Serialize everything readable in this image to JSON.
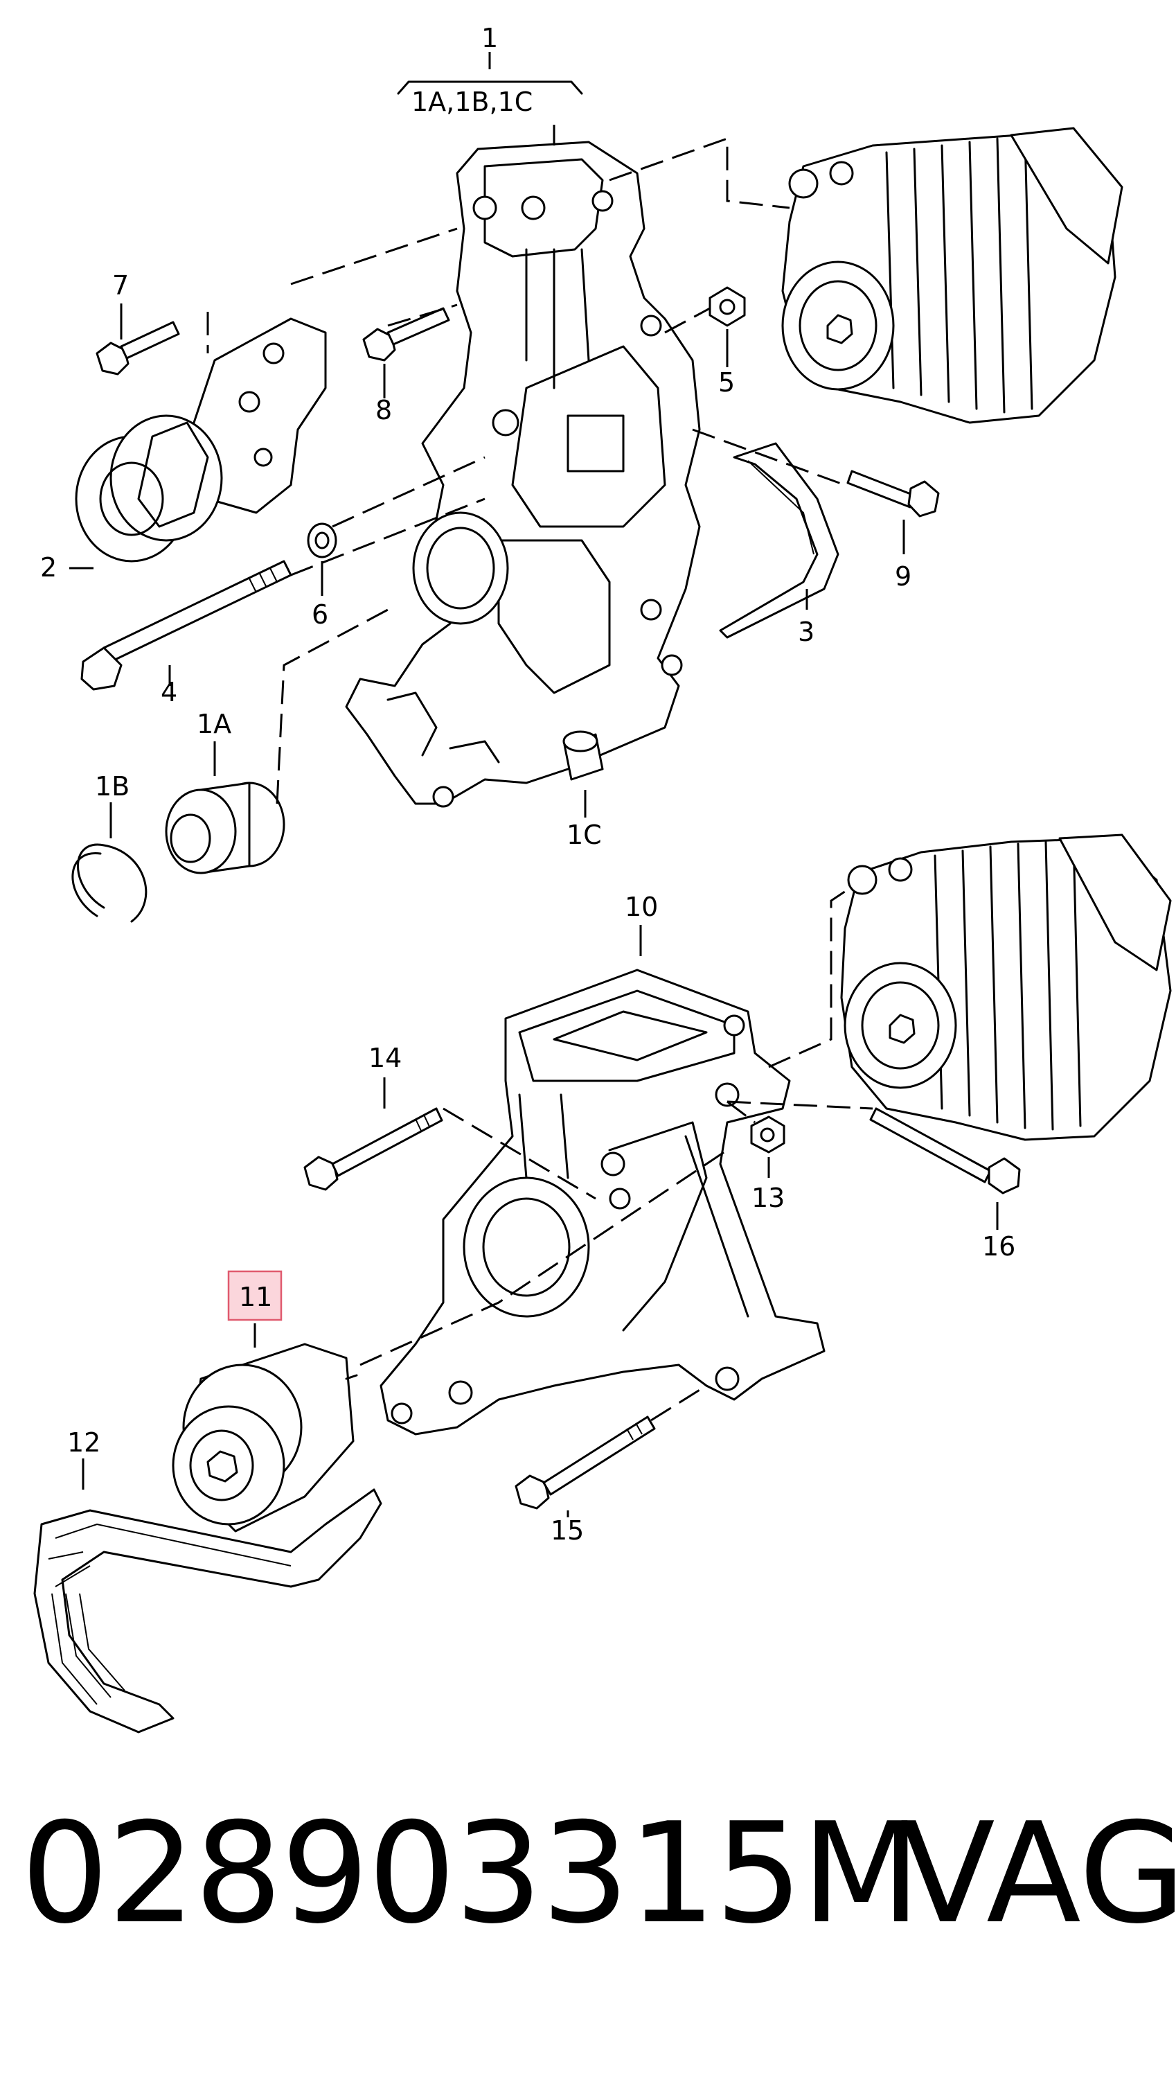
{
  "labels": {
    "l1": "1",
    "l1abc": "1A,1B,1C",
    "l1a": "1A",
    "l1b": "1B",
    "l1c": "1C",
    "l2": "2",
    "l3": "3",
    "l4": "4",
    "l5": "5",
    "l6": "6",
    "l7": "7",
    "l8": "8",
    "l9": "9",
    "l10": "10",
    "l11": "11",
    "l12": "12",
    "l13": "13",
    "l14": "14",
    "l15": "15",
    "l16": "16"
  },
  "highlight_color": "#fbd6dc",
  "footer": {
    "part_number": "028903315M",
    "brand": "VAG"
  }
}
